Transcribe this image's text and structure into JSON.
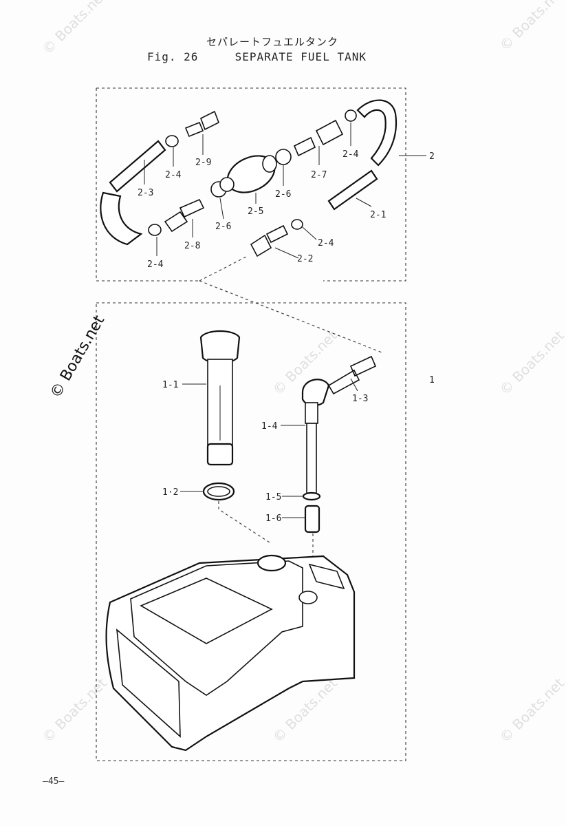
{
  "header": {
    "title_jp": "セパレートフュエルタンク",
    "title_en": "Fig. 26     SEPARATE FUEL TANK"
  },
  "page_number": "–45–",
  "watermark": {
    "text": "© Boats.net",
    "color": "#c8c8c8"
  },
  "assemblies": [
    {
      "id": "2",
      "label": "2"
    },
    {
      "id": "1",
      "label": "1"
    }
  ],
  "callouts": [
    {
      "id": "2-1",
      "label": "2-1"
    },
    {
      "id": "2-2",
      "label": "2-2"
    },
    {
      "id": "2-3",
      "label": "2-3"
    },
    {
      "id": "2-4a",
      "label": "2-4"
    },
    {
      "id": "2-4b",
      "label": "2-4"
    },
    {
      "id": "2-4c",
      "label": "2-4"
    },
    {
      "id": "2-4d",
      "label": "2-4"
    },
    {
      "id": "2-5",
      "label": "2-5"
    },
    {
      "id": "2-6a",
      "label": "2-6"
    },
    {
      "id": "2-6b",
      "label": "2-6"
    },
    {
      "id": "2-7",
      "label": "2-7"
    },
    {
      "id": "2-8",
      "label": "2-8"
    },
    {
      "id": "2-9",
      "label": "2-9"
    },
    {
      "id": "1-1",
      "label": "1-1"
    },
    {
      "id": "1-2",
      "label": "1·2"
    },
    {
      "id": "1-3",
      "label": "1-3"
    },
    {
      "id": "1-4",
      "label": "1-4"
    },
    {
      "id": "1-5",
      "label": "1-5"
    },
    {
      "id": "1-6",
      "label": "1-6"
    }
  ]
}
